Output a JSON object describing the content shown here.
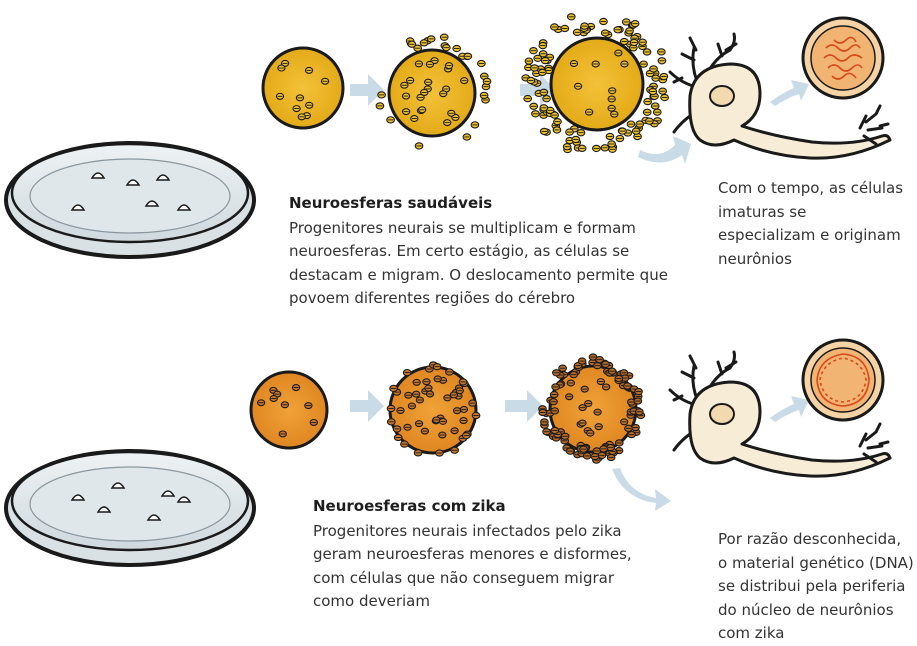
{
  "healthy": {
    "title": "Neuroesferas saudáveis",
    "description": "Progenitores neurais se multiplicam e formam neuroesferas. Em certo estágio, as células se destacam e migram. O deslocamento permite que povoem diferentes regiões do cérebro"
  },
  "healthy_neuron_note": "Com o tempo, as células imaturas se especializam e originam neurônios",
  "zika": {
    "title": "Neuroesferas com zika",
    "description": "Progenitores neurais infectados pelo zika geram neuroesferas menores e disformes, com células que não conseguem migrar como deveriam"
  },
  "zika_neuron_note": "Por razão desconhecida, o material genético (DNA) se distribui pela periferia do núcleo de neurônios com zika",
  "colors": {
    "healthy_sphere": "#e9b21a",
    "zika_sphere": "#e6912a",
    "arrow": "#c9dbe6",
    "outline": "#1a1a1a",
    "neuron": "#f7ecd6"
  }
}
